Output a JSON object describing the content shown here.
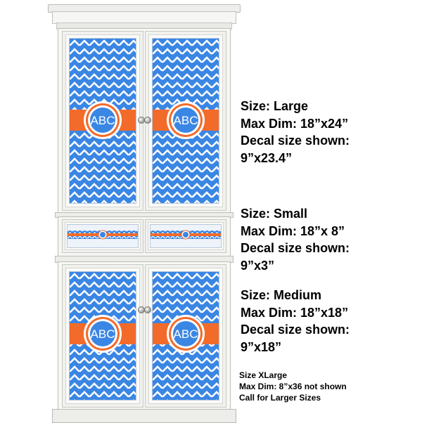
{
  "product": {
    "monogram": "ABC",
    "colors": {
      "chevron_blue": "#3a86e4",
      "band_orange": "#f36b2a",
      "white": "#ffffff"
    }
  },
  "sizes": [
    {
      "size": "Size: Large",
      "max_dim": "Max Dim: 18”x24”",
      "decal_label": "Decal size shown:",
      "decal_value": "9”x23.4”"
    },
    {
      "size": "Size: Small",
      "max_dim": "Max Dim: 18”x 8”",
      "decal_label": "Decal size shown:",
      "decal_value": "9”x3”"
    },
    {
      "size": "Size: Medium",
      "max_dim": "Max Dim: 18”x18”",
      "decal_label": "Decal size shown:",
      "decal_value": "9”x18”"
    }
  ],
  "note": {
    "line1": "Size XLarge",
    "line2": "Max Dim: 8”x36 not shown",
    "line3": "Call for Larger Sizes"
  }
}
